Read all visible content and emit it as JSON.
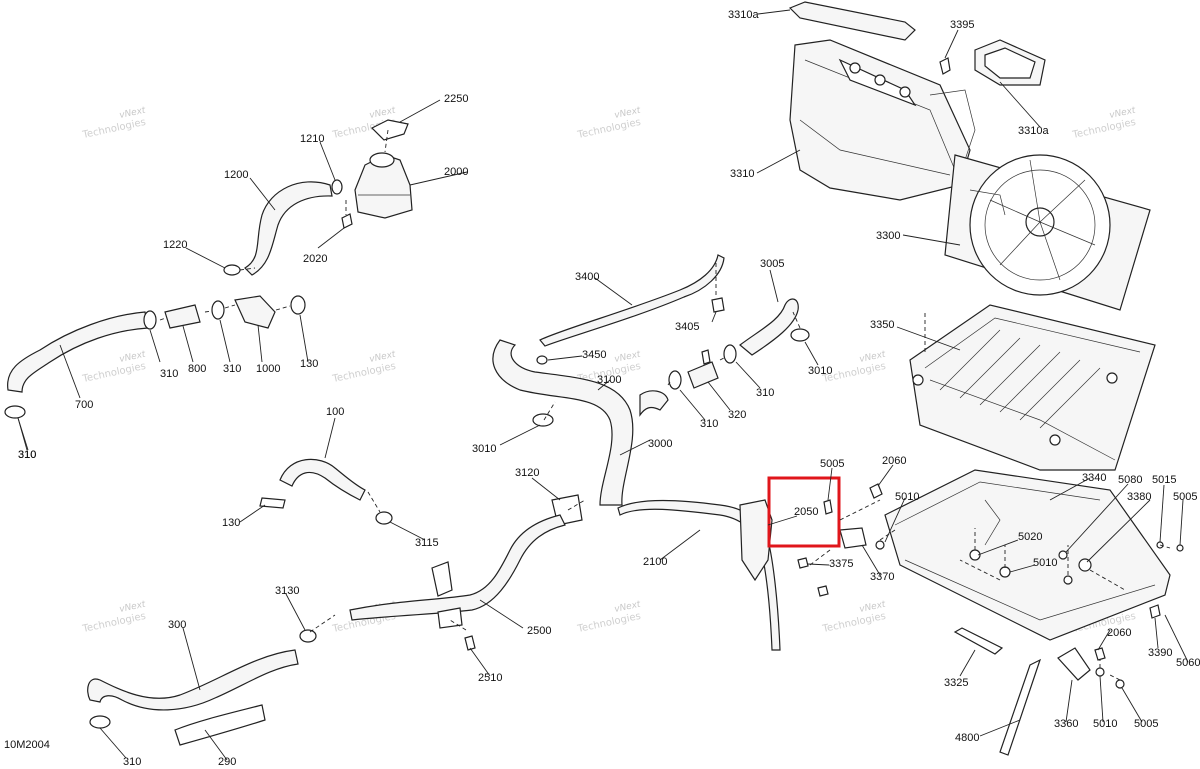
{
  "diagram_code": "10M2004",
  "watermark": {
    "line1": "vNext",
    "line2": "Technologies"
  },
  "labels": {
    "p3310a_top": "3310a",
    "p3395": "3395",
    "p3310a_right": "3310a",
    "p3310": "3310",
    "p2250": "2250",
    "p1210": "1210",
    "p2000": "2000",
    "p1200": "1200",
    "p2020": "2020",
    "p1220": "1220",
    "p3300": "3300",
    "p3400": "3400",
    "p3005": "3005",
    "p3405": "3405",
    "p3350": "3350",
    "p3450": "3450",
    "p3100": "3100",
    "p310_a": "310",
    "p800": "800",
    "p310_b": "310",
    "p1000": "1000",
    "p130_a": "130",
    "p700": "700",
    "p310_c": "310",
    "p3010_r": "3010",
    "p310_d": "310",
    "p320": "320",
    "p310_e": "310",
    "p3010_l": "3010",
    "p3000": "3000",
    "p100": "100",
    "p3120": "3120",
    "p5005_a": "5005",
    "p2060_a": "2060",
    "p5010_a": "5010",
    "p3340": "3340",
    "p5080": "5080",
    "p5015": "5015",
    "p5005_b": "5005",
    "p3380": "3380",
    "p2050": "2050",
    "p130_b": "130",
    "p3115": "3115",
    "p2100": "2100",
    "p3375": "3375",
    "p3370": "3370",
    "p5020": "5020",
    "p5010_b": "5010",
    "p3130": "3130",
    "p300": "300",
    "p2500": "2500",
    "p2510": "2510",
    "p3325": "3325",
    "p3390": "3390",
    "p5060": "5060",
    "p2060_b": "2060",
    "p4800": "4800",
    "p3360": "3360",
    "p5010_c": "5010",
    "p5005_c": "5005",
    "p310_f": "310",
    "p290": "290",
    "p310_g": "310"
  },
  "colors": {
    "highlight": "#e0161b",
    "line": "#222222",
    "watermark": "#c8c8c8"
  }
}
